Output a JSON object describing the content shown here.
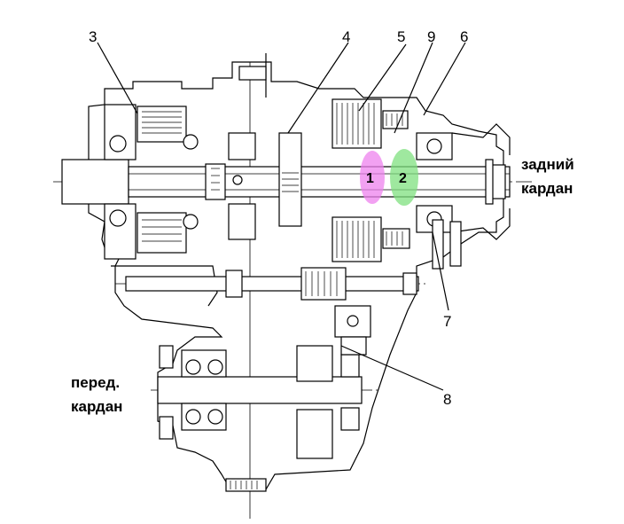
{
  "callouts": [
    {
      "id": "c3",
      "text": "3"
    },
    {
      "id": "c4",
      "text": "4"
    },
    {
      "id": "c5",
      "text": "5"
    },
    {
      "id": "c9",
      "text": "9"
    },
    {
      "id": "c6",
      "text": "6"
    },
    {
      "id": "c7",
      "text": "7"
    },
    {
      "id": "c8",
      "text": "8"
    }
  ],
  "zones": [
    {
      "text": "1",
      "color": "#ee82ee"
    },
    {
      "text": "2",
      "color": "#7fe07f"
    }
  ],
  "captions": {
    "rear_line1": "задний",
    "rear_line2": "кардан",
    "front_line1": "перед.",
    "front_line2": "кардан"
  }
}
